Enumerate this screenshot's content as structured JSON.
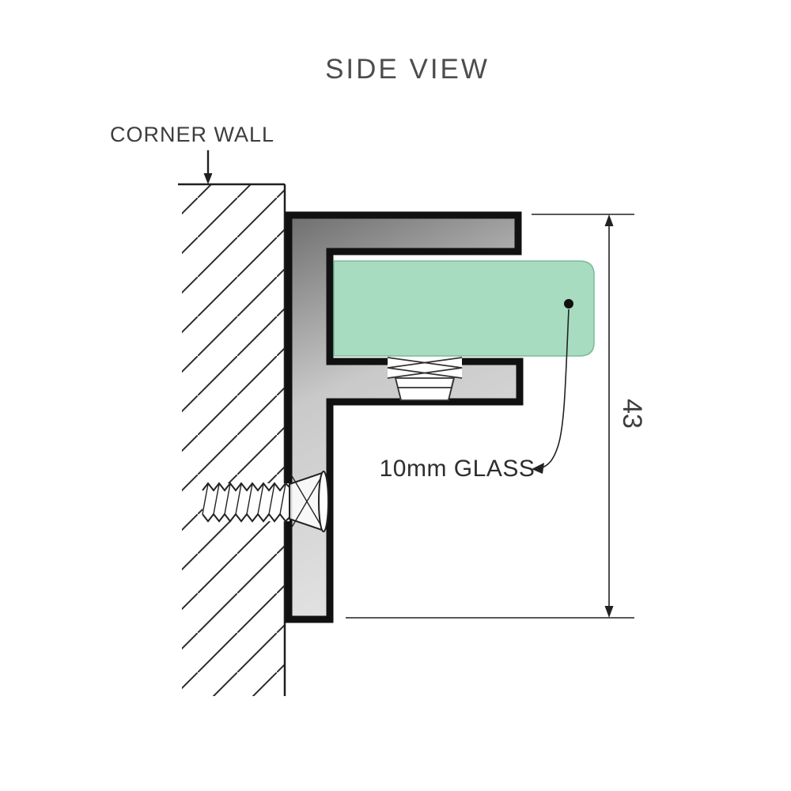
{
  "diagram": {
    "title": "SIDE VIEW",
    "wall_label": "CORNER WALL",
    "glass_label": "10mm GLASS",
    "dimension_value": "43",
    "colors": {
      "glass_fill": "#a8dcc1",
      "glass_edge": "#7ab99c",
      "metal_dark": "#6e6e6e",
      "metal_mid": "#c9c9c9",
      "metal_light": "#e3e3e3",
      "outline": "#111111",
      "line": "#222222",
      "text": "#4d4d4d"
    }
  }
}
